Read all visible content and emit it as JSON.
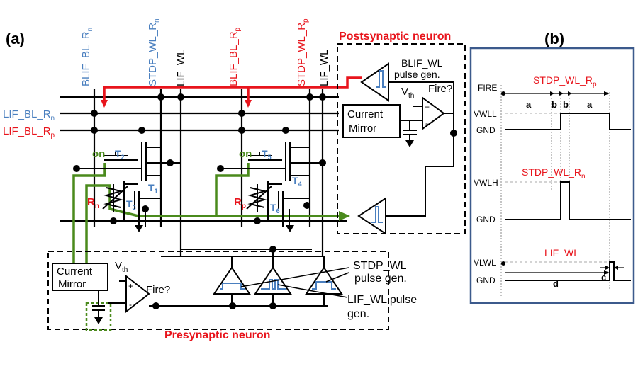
{
  "panel_a": {
    "label": "(a)",
    "col_labels": {
      "blif_bl_rn": "BLIF_BL_R",
      "blif_bl_rn_sub": "n",
      "stdp_wl_rn": "STDP_WL_R",
      "stdp_wl_rn_sub": "n",
      "lif_wl_1": "LIF_WL",
      "blif_bl_rp": "BLIF_BL_R",
      "blif_bl_rp_sub": "p",
      "stdp_wl_rp": "STDP_WL_R",
      "stdp_wl_rp_sub": "p",
      "lif_wl_2": "LIF_WL"
    },
    "row_labels": {
      "lif_bl_rn": "LIF_BL_R",
      "lif_bl_rn_sub": "n",
      "lif_bl_rp": "LIF_BL_R",
      "lif_bl_rp_sub": "p"
    },
    "postsynaptic": {
      "title": "Postsynaptic neuron",
      "blif_pulse_1": "BLIF_WL",
      "blif_pulse_2": "pulse gen.",
      "vth": "V",
      "vth_sub": "th",
      "fire": "Fire?",
      "mirror_1": "Current",
      "mirror_2": "Mirror",
      "plus": "+",
      "minus": "-"
    },
    "presynaptic": {
      "title": "Presynaptic neuron",
      "mirror_1": "Current",
      "mirror_2": "Mirror",
      "vth": "V",
      "vth_sub": "th",
      "fire": "Fire?",
      "plus": "+",
      "minus": "-",
      "stdp_pulse_1": "STDP_WL",
      "stdp_pulse_2": "pulse gen.",
      "lif_pulse_1": "LIF_WL pulse",
      "lif_pulse_2": "gen."
    },
    "cell_n": {
      "on": "on",
      "t2": "T",
      "t2_sub": "2",
      "t1": "T",
      "t1_sub": "1",
      "t3": "T",
      "t3_sub": "3",
      "r": "R",
      "r_sub": "n"
    },
    "cell_p": {
      "on": "on",
      "t5": "T",
      "t5_sub": "5",
      "t4": "T",
      "t4_sub": "4",
      "t6": "T",
      "t6_sub": "6",
      "r": "R",
      "r_sub": "p"
    }
  },
  "panel_b": {
    "label": "(b)",
    "fire": "FIRE",
    "stdp_rp": "STDP_WL_R",
    "stdp_rp_sub": "p",
    "stdp_rn": "STDP_WL_R",
    "stdp_rn_sub": "n",
    "lif_wl": "LIF_WL",
    "vwll": "VWLL",
    "vwlh": "VWLH",
    "vlwl": "VLWL",
    "gnd1": "GND",
    "gnd2": "GND",
    "gnd3": "GND",
    "a1": "a",
    "b1": "b",
    "b2": "b",
    "a2": "a",
    "d": "d",
    "c": "c"
  },
  "colors": {
    "red": "#e8141c",
    "blue": "#4a7fbf",
    "green": "#4a8a1c",
    "panel_border": "#3c5a8c"
  }
}
